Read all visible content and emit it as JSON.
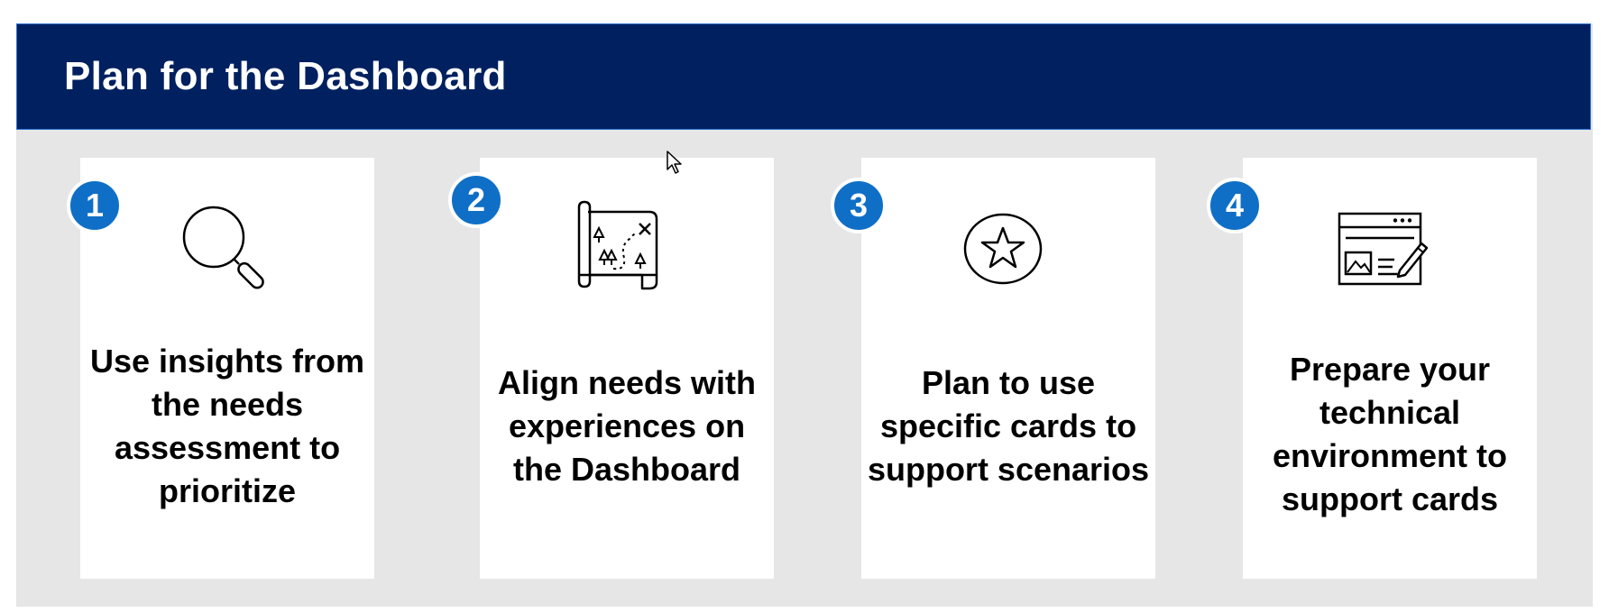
{
  "header": {
    "title": "Plan for the Dashboard"
  },
  "colors": {
    "header_bg": "#002060",
    "badge": "#0f6fc6",
    "panel_bg": "#e6e6e6",
    "card_bg": "#ffffff"
  },
  "steps": [
    {
      "number": "1",
      "icon": "magnifying-glass-icon",
      "text": "Use insights from the needs assessment to prioritize"
    },
    {
      "number": "2",
      "icon": "treasure-map-icon",
      "text": "Align needs with experiences on the Dashboard"
    },
    {
      "number": "3",
      "icon": "star-icon",
      "text": "Plan to use specific cards to support scenarios"
    },
    {
      "number": "4",
      "icon": "browser-edit-icon",
      "text": "Prepare your technical environment to support cards"
    }
  ]
}
